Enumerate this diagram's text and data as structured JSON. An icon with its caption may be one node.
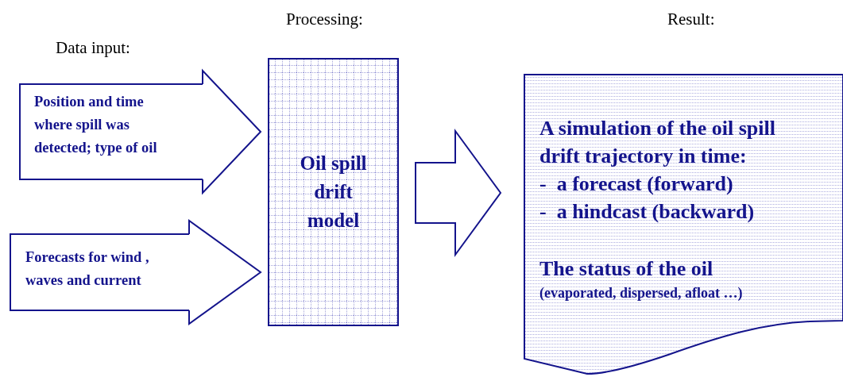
{
  "diagram": {
    "nodes": [
      {
        "text": [
          "Position and time where spill was detected; type of oil"
        ]
      },
      {
        "text": [
          "Forecasts for wind , waves and current"
        ]
      },
      {
        "text": [
          "Oil spill drift model"
        ]
      },
      {
        "text": [
          "A simulation of the oil spill drift trajectory in time:",
          "-  a forecast (forward)",
          "-  a hindcast (backward)",
          "The status of the oil",
          "(evaporated, dispersed, afloat …)"
        ]
      }
    ],
    "edges": [
      {
        "from": 0,
        "to": 2,
        "arrow": "to"
      },
      {
        "from": 1,
        "to": 2,
        "arrow": "to"
      },
      {
        "from": 2,
        "to": 3,
        "arrow": "to"
      }
    ],
    "labels": [
      "Processing:",
      "Result:",
      "Data input:"
    ]
  }
}
